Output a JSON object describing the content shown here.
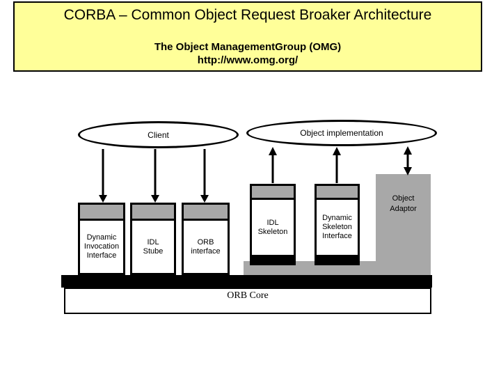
{
  "slide": {
    "header": {
      "title": "CORBA – Common Object Request Broaker Architecture",
      "subtitle_line1": "The Object ManagementGroup (OMG)",
      "subtitle_line2": "http://www.omg.org/"
    },
    "diagram": {
      "client_label": "Client",
      "object_impl_label": "Object implementation",
      "left_boxes": [
        {
          "label": "Dynamic\nInvocation\nInterface"
        },
        {
          "label": "IDL\nStube"
        },
        {
          "label": "ORB\ninterface"
        }
      ],
      "right_boxes": [
        {
          "label": "IDL\nSkeleton"
        },
        {
          "label": "Dynamic\nSkeleton\nInterface"
        }
      ],
      "object_adaptor_label": "Object\nAdaptor",
      "orb_core_label": "ORB Core"
    },
    "colors": {
      "header_bg": "#FFFF99",
      "gray_fill": "#A8A8A8",
      "line_color": "#000000",
      "background": "#FFFFFF"
    }
  }
}
